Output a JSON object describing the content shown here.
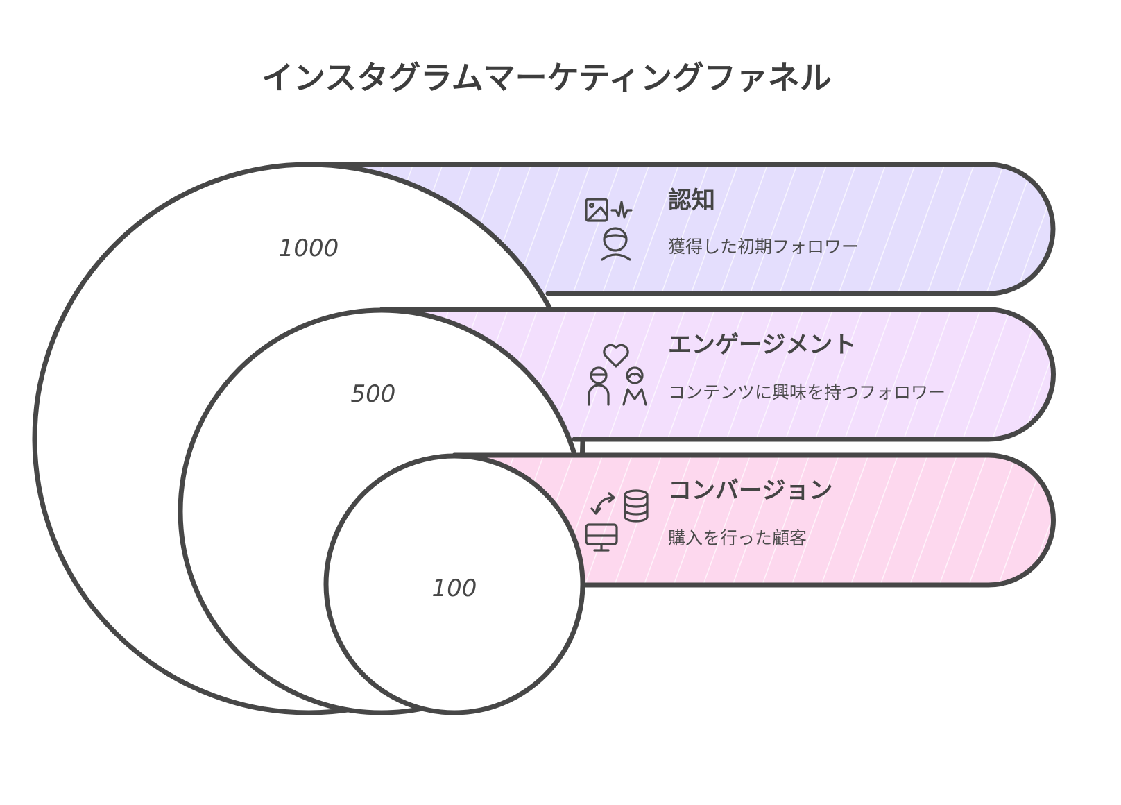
{
  "title": "インスタグラムマーケティングファネル",
  "colors": {
    "stage1": "#e4defd",
    "stage2": "#f3dffd",
    "stage3": "#fdd8ee",
    "outline": "#474747"
  },
  "stages": [
    {
      "value": "1000",
      "heading": "認知",
      "description": "獲得した初期フォロワー",
      "icon": "image-waveform-person-icon"
    },
    {
      "value": "500",
      "heading": "エンゲージメント",
      "description": "コンテンツに興味を持つフォロワー",
      "icon": "heart-two-people-icon"
    },
    {
      "value": "100",
      "heading": "コンバージョン",
      "description": "購入を行った顧客",
      "icon": "computer-database-exchange-icon"
    }
  ]
}
